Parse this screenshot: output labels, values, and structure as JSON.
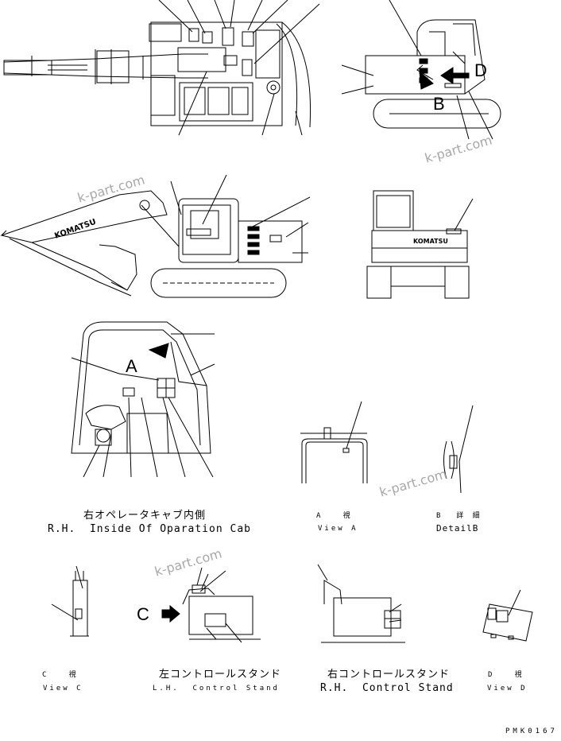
{
  "views": {
    "rh_cab": {
      "jp": "右オペレータキャブ内側",
      "en": "R.H.  Inside Of Oparation Cab"
    },
    "view_a": {
      "jp": "A   視",
      "en": "View A"
    },
    "detail_b": {
      "jp": "B  詳 細",
      "en": "DetailB"
    },
    "view_c": {
      "jp": "C   視",
      "en": "View C"
    },
    "lh_stand": {
      "jp": "左コントロールスタンド",
      "en": "L.H.  Control Stand"
    },
    "rh_stand": {
      "jp": "右コントロールスタンド",
      "en": "R.H.  Control Stand"
    },
    "view_d": {
      "jp": "D   視",
      "en": "View D"
    }
  },
  "markers": {
    "a": "A",
    "b": "B",
    "c": "C",
    "d": "D"
  },
  "logo_text": "KOMATSU",
  "watermark": "k-part.com",
  "drawing_code": "PMK0167"
}
